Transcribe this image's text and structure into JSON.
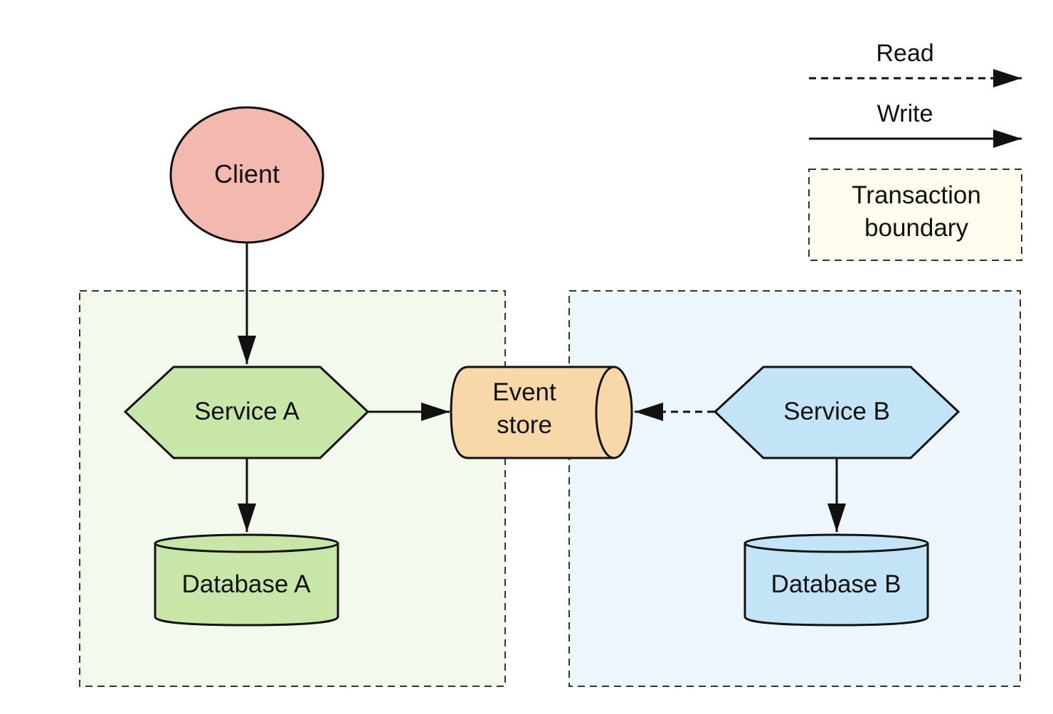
{
  "colors": {
    "stroke": "#111111",
    "client_fill": "#f4b9ae",
    "service_a_fill": "#c8e6a8",
    "database_a_fill": "#c8e6a8",
    "event_store_fill": "#f8d7a8",
    "service_b_fill": "#c3e3f6",
    "database_b_fill": "#c3e3f6",
    "boundary_a_fill": "#f3f9ec",
    "boundary_b_fill": "#eef6fd",
    "legend_boundary_fill": "#fdfcef"
  },
  "nodes": {
    "client": {
      "label": "Client",
      "shape": "ellipse"
    },
    "service_a": {
      "label": "Service A",
      "shape": "hexagon"
    },
    "database_a": {
      "label": "Database A",
      "shape": "cylinder"
    },
    "event_store": {
      "label_line1": "Event",
      "label_line2": "store",
      "shape": "horizontal-cylinder"
    },
    "service_b": {
      "label": "Service B",
      "shape": "hexagon"
    },
    "database_b": {
      "label": "Database B",
      "shape": "cylinder"
    }
  },
  "edges": [
    {
      "from": "client",
      "to": "service_a",
      "kind": "write"
    },
    {
      "from": "service_a",
      "to": "database_a",
      "kind": "write"
    },
    {
      "from": "service_a",
      "to": "event_store",
      "kind": "write"
    },
    {
      "from": "service_b",
      "to": "event_store",
      "kind": "read"
    },
    {
      "from": "service_b",
      "to": "database_b",
      "kind": "write"
    }
  ],
  "boundaries": [
    {
      "name": "boundary-a",
      "contains": [
        "service_a",
        "database_a"
      ]
    },
    {
      "name": "boundary-b",
      "contains": [
        "service_b",
        "database_b"
      ]
    }
  ],
  "legend": {
    "read_label": "Read",
    "write_label": "Write",
    "boundary_line1": "Transaction",
    "boundary_line2": "boundary"
  }
}
